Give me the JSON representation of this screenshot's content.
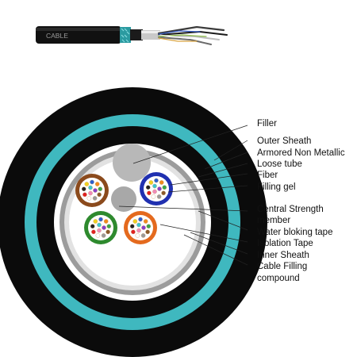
{
  "cable_print": "CABLE",
  "labels": {
    "filler": "Filler",
    "outer_sheath": "Outer Sheath",
    "armored": "Armored Non Metallic",
    "loose_tube": "Loose tube",
    "fiber": "Fiber",
    "filling_gel": "Filling gel",
    "central_strength_1": "Central Strength",
    "central_strength_2": "member",
    "water_blocking": "Water bloking tape",
    "isolation_tape": "Isolation Tape",
    "inner_sheath": "Inner Sheath",
    "cable_filling_1": "Cable Filling",
    "cable_filling_2": "compound"
  },
  "colors": {
    "sheath_black": "#0a0a0a",
    "armor_cyan": "#3fb8bf",
    "tube_brown": "#8b4a1c",
    "tube_blue": "#2030b0",
    "tube_green": "#2e8a2e",
    "tube_orange": "#e46a1e",
    "filler_grey": "#b8b8b8",
    "gel_white": "#ffffff"
  }
}
